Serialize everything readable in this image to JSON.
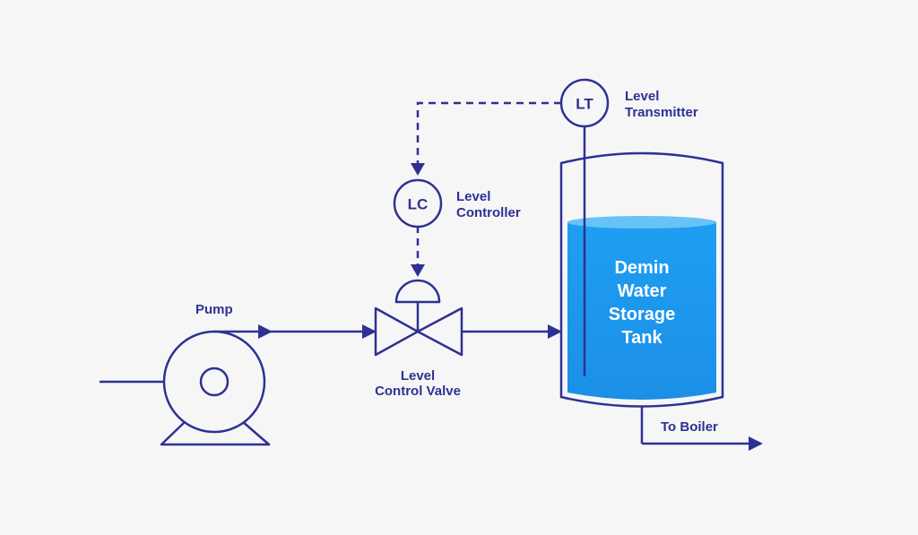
{
  "colors": {
    "line": "#2e3192",
    "water": "#1e9ff2",
    "water_surface": "#67c3f5",
    "background": "#f6f6f7"
  },
  "instruments": {
    "lt": {
      "tag": "LT",
      "label_line1": "Level",
      "label_line2": "Transmitter"
    },
    "lc": {
      "tag": "LC",
      "label_line1": "Level",
      "label_line2": "Controller"
    }
  },
  "pump": {
    "label": "Pump"
  },
  "valve": {
    "label_line1": "Level",
    "label_line2": "Control Valve"
  },
  "tank": {
    "label_lines": [
      "Demin",
      "Water",
      "Storage",
      "Tank"
    ]
  },
  "outlet": {
    "label": "To Boiler"
  }
}
